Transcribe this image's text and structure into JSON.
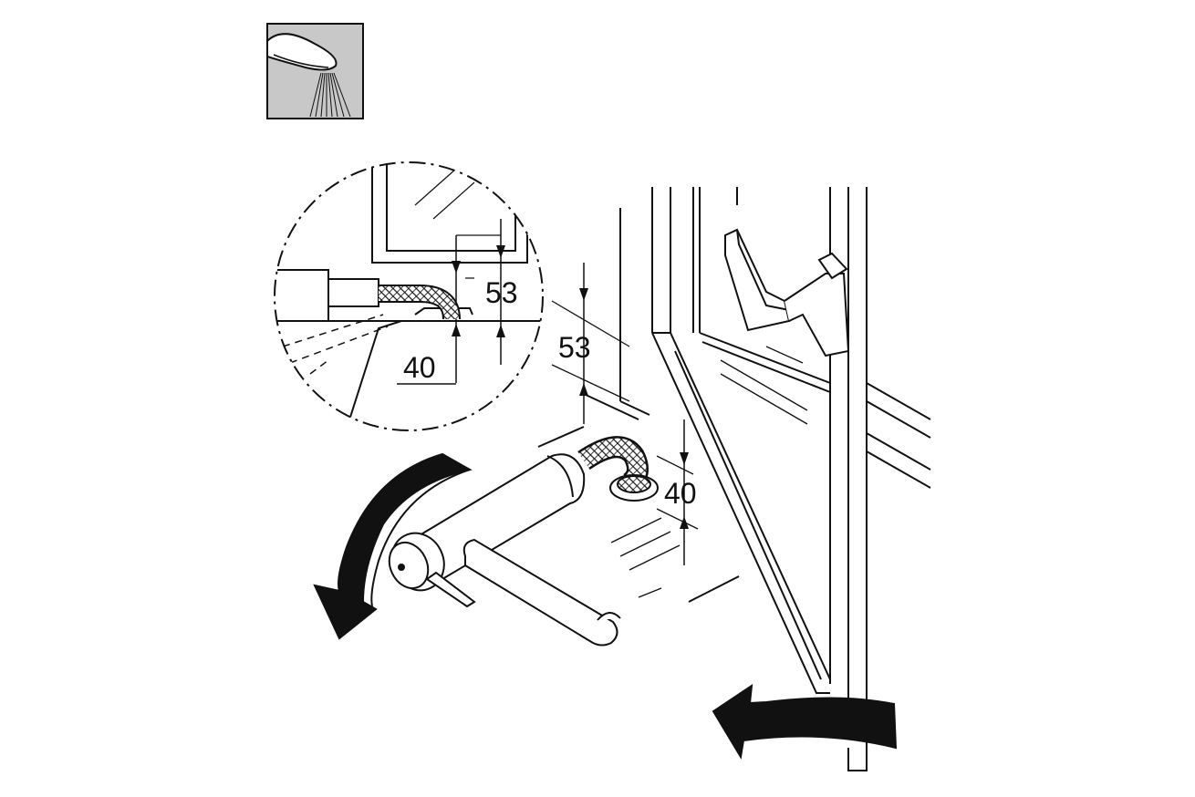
{
  "dimensions": {
    "inset_top": "53",
    "inset_bottom": "40",
    "main_top": "53",
    "main_bottom": "40"
  },
  "icons": {
    "spray_mode": "spray-icon",
    "rotate_left": "curved-arrow-rotate-icon",
    "rotate_right": "curved-arrow-rotate-icon"
  },
  "colors": {
    "line": "#111111",
    "icon_background": "#c8c8c8",
    "background": "#ffffff"
  }
}
